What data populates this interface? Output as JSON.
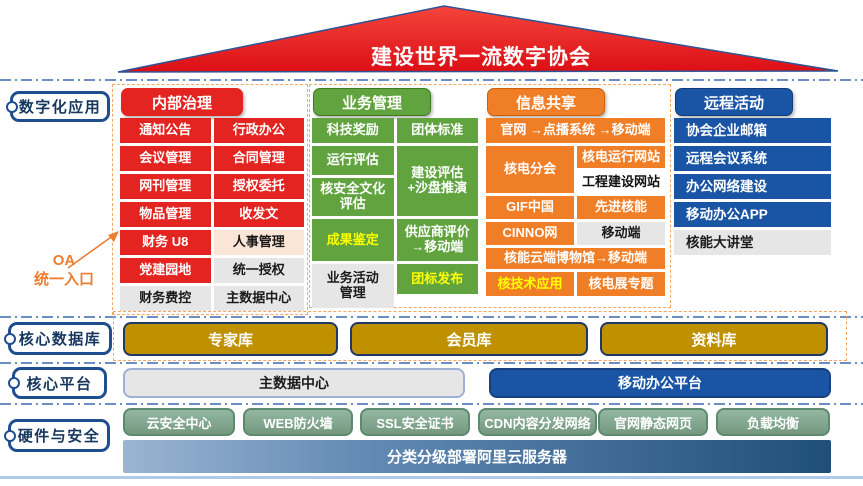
{
  "title": "建设世界一流数字协会",
  "side_labels": {
    "digital_apps": "数字化应用",
    "core_database": "核心数据库",
    "core_platform": "核心平台",
    "hardware_security": "硬件与安全"
  },
  "oa_entry": {
    "line1": "OA",
    "line2": "统一入口"
  },
  "columns": [
    {
      "header": "内部治理",
      "cells": [
        "通知公告",
        "行政办公",
        "会议管理",
        "合同管理",
        "网刊管理",
        "授权委托",
        "物品管理",
        "收发文",
        "财务 U8",
        "人事管理",
        "党建园地",
        "统一授权",
        "财务费控",
        "主数据中心"
      ]
    },
    {
      "header": "业务管理",
      "cells": [
        "科技奖励",
        "团体标准",
        "运行评估",
        "建设评估\n+沙盘推演",
        "核安全文化\n评估",
        "成果鉴定",
        "供应商评价\n→移动端",
        "业务活动\n管理",
        "团标发布"
      ]
    },
    {
      "header": "信息共享",
      "cells": [
        "官网 →点播系统 →移动端",
        "核电分会",
        "核电运行网站",
        "工程建设网站",
        "GIF中国",
        "先进核能",
        "CINNO网",
        "移动端",
        "核能云端博物馆→移动端",
        "核技术应用",
        "核电展专题"
      ]
    },
    {
      "header": "远程活动",
      "cells": [
        "协会企业邮箱",
        "远程会议系统",
        "办公网络建设",
        "移动办公APP",
        "核能大讲堂"
      ]
    }
  ],
  "core_databases": [
    "专家库",
    "会员库",
    "资料库"
  ],
  "core_platforms": [
    "主数据中心",
    "移动办公平台"
  ],
  "security_items": [
    "云安全中心",
    "WEB防火墙",
    "SSL安全证书",
    "CDN内容分发网络",
    "官网静态网页",
    "负载均衡"
  ],
  "server_bar": "分类分级部署阿里云服务器",
  "colors": {
    "red": "#E32421",
    "green": "#61A43F",
    "orange": "#F07E26",
    "blue": "#1A55A5",
    "gold": "#BF9000",
    "gray": "#E7E6E6",
    "peach": "#FBE5D6",
    "yellow_text": "#FFFF00",
    "sage_green": "#7FA78C",
    "navy_border": "#203864",
    "accent_orange_text": "#ED7D31"
  }
}
